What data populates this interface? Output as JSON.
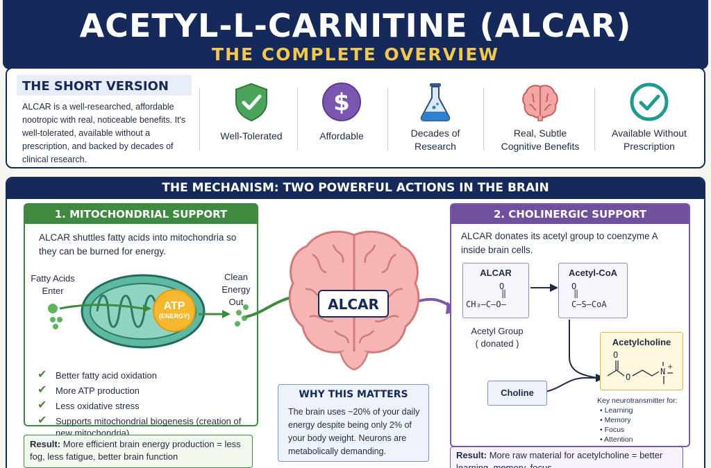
{
  "header": {
    "title": "ACETYL-L-CARNITINE (ALCAR)",
    "subtitle": "THE COMPLETE OVERVIEW"
  },
  "short_version": {
    "heading": "THE SHORT VERSION",
    "text": "ALCAR is a well-researched, affordable nootropic with real, noticeable benefits. It's well-tolerated, available without a prescription, and backed by decades of clinical research.",
    "features": [
      {
        "icon": "shield-check-icon",
        "label": "Well-Tolerated",
        "color": "#3f9a4a"
      },
      {
        "icon": "dollar-icon",
        "label": "Affordable",
        "color": "#6f4f9e"
      },
      {
        "icon": "flask-icon",
        "label": "Decades of Research",
        "color": "#2f7fd0"
      },
      {
        "icon": "brain-icon",
        "label": "Real, Subtle Cognitive Benefits",
        "color": "#e07a7a"
      },
      {
        "icon": "check-circle-icon",
        "label": "Available Without Prescription",
        "color": "#1f9a8e"
      }
    ]
  },
  "mechanism": {
    "title": "THE MECHANISM: TWO POWERFUL ACTIONS IN THE BRAIN",
    "mito": {
      "heading": "1. MITOCHONDRIAL SUPPORT",
      "intro": "ALCAR shuttles fatty acids into mitochondria so they can be burned for energy.",
      "in_label": "Fatty Acids Enter",
      "out_label": "Clean Energy Out",
      "atp": "ATP",
      "atp_sub": "(ENERGY)",
      "benefits": [
        "Better fatty acid oxidation",
        "More ATP production",
        "Less oxidative stress",
        "Supports mitochondrial biogenesis (creation of new mitochondria)"
      ],
      "result_label": "Result:",
      "result_text": "More efficient brain energy production = less fog, less fatigue, better brain function"
    },
    "brain_label": "ALCAR",
    "why": {
      "heading": "WHY THIS MATTERS",
      "text": "The brain uses ~20% of your daily energy despite being only 2% of your body weight. Neurons are metabolically demanding."
    },
    "chol": {
      "heading": "2. CHOLINERGIC SUPPORT",
      "intro": "ALCAR donates its acetyl group to coenzyme A inside brain cells.",
      "alcar_box": "ALCAR",
      "alcar_formula": "CH₃—C—O–",
      "acetyl_label": "Acetyl Group",
      "acetyl_note": "( donated )",
      "acoa_box": "Acetyl-CoA",
      "acoa_formula": "C—S–CoA",
      "ach_box": "Acetylcholine",
      "choline_box": "Choline",
      "key_label": "Key neurotransmitter for:",
      "key_items": [
        "Learning",
        "Memory",
        "Focus",
        "Attention"
      ],
      "result_label": "Result:",
      "result_text": "More raw material for acetylcholine = better learning, memory, focus"
    }
  },
  "colors": {
    "navy": "#15295a",
    "gold": "#f2c94c",
    "green": "#3f8a3f",
    "purple": "#6f4f9e"
  }
}
